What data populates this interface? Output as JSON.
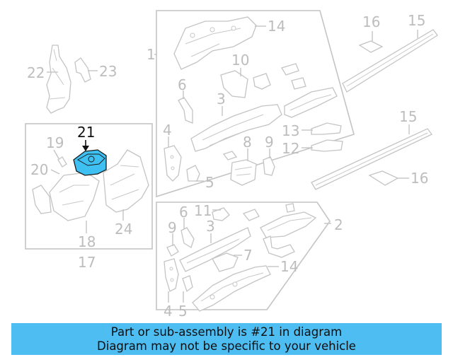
{
  "callouts": {
    "n1": "1",
    "n2": "2",
    "n3a": "3",
    "n3b": "3",
    "n4a": "4",
    "n4b": "4",
    "n5a": "5",
    "n5b": "5",
    "n6a": "6",
    "n6b": "6",
    "n7": "7",
    "n8": "8",
    "n9a": "9",
    "n9b": "9",
    "n10": "10",
    "n11": "11",
    "n12": "12",
    "n13": "13",
    "n14a": "14",
    "n14b": "14",
    "n15a": "15",
    "n15b": "15",
    "n16a": "16",
    "n16b": "16",
    "n17": "17",
    "n18": "18",
    "n19": "19",
    "n20": "20",
    "n21": "21",
    "n22": "22",
    "n23": "23",
    "n24": "24"
  },
  "highlight": {
    "part_number": "21",
    "fill_color": "#3fc0f2",
    "accent_color": "#4dbdf2"
  },
  "banner": {
    "line1": "Part or sub-assembly is #21 in diagram",
    "line2": "Diagram may not be specific to your vehicle"
  }
}
